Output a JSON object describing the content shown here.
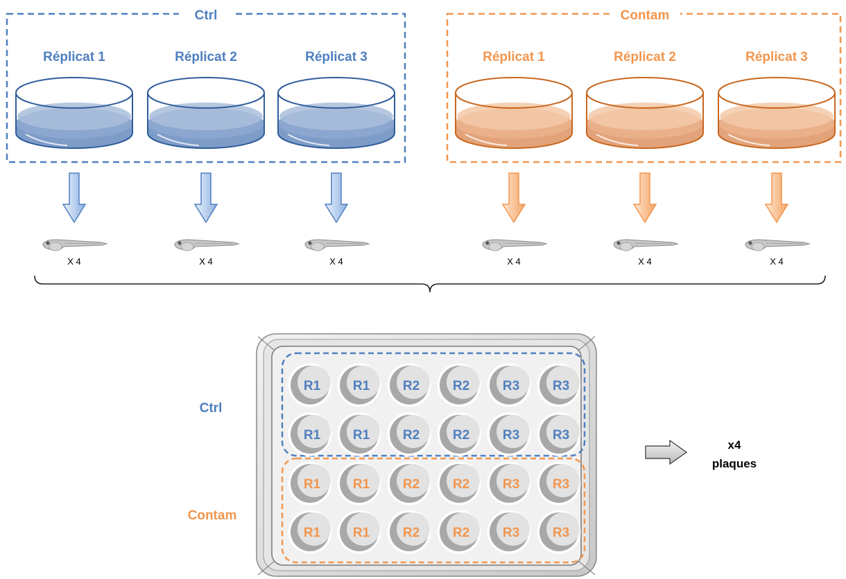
{
  "colors": {
    "ctrl": "#4f7fbf",
    "contam": "#f2964e",
    "ctrl_dark": "#2f5c9a",
    "contam_dark": "#c8661e"
  },
  "icons": {
    "dish": "petri-dish-icon",
    "arrow": "down-arrow-icon",
    "larva": "zebrafish-larva-icon",
    "plate": "well-plate-icon",
    "right_arrow": "right-arrow-icon"
  },
  "groups": [
    {
      "key": "ctrl",
      "title": "Ctrl",
      "replicates": [
        {
          "label": "Réplicat 1",
          "multiplier": "X 4"
        },
        {
          "label": "Réplicat 2",
          "multiplier": "X 4"
        },
        {
          "label": "Réplicat 3",
          "multiplier": "X 4"
        }
      ]
    },
    {
      "key": "contam",
      "title": "Contam",
      "replicates": [
        {
          "label": "Réplicat 1",
          "multiplier": "X 4"
        },
        {
          "label": "Réplicat 2",
          "multiplier": "X 4"
        },
        {
          "label": "Réplicat 3",
          "multiplier": "X 4"
        }
      ]
    }
  ],
  "plate": {
    "row_labels": [
      "Ctrl",
      "Contam"
    ],
    "rows": [
      {
        "group": "ctrl",
        "wells": [
          "R1",
          "R1",
          "R2",
          "R2",
          "R3",
          "R3"
        ]
      },
      {
        "group": "ctrl",
        "wells": [
          "R1",
          "R1",
          "R2",
          "R2",
          "R3",
          "R3"
        ]
      },
      {
        "group": "contam",
        "wells": [
          "R1",
          "R1",
          "R2",
          "R2",
          "R3",
          "R3"
        ]
      },
      {
        "group": "contam",
        "wells": [
          "R1",
          "R1",
          "R2",
          "R2",
          "R3",
          "R3"
        ]
      }
    ]
  },
  "output": {
    "line1": "x4",
    "line2": "plaques"
  }
}
